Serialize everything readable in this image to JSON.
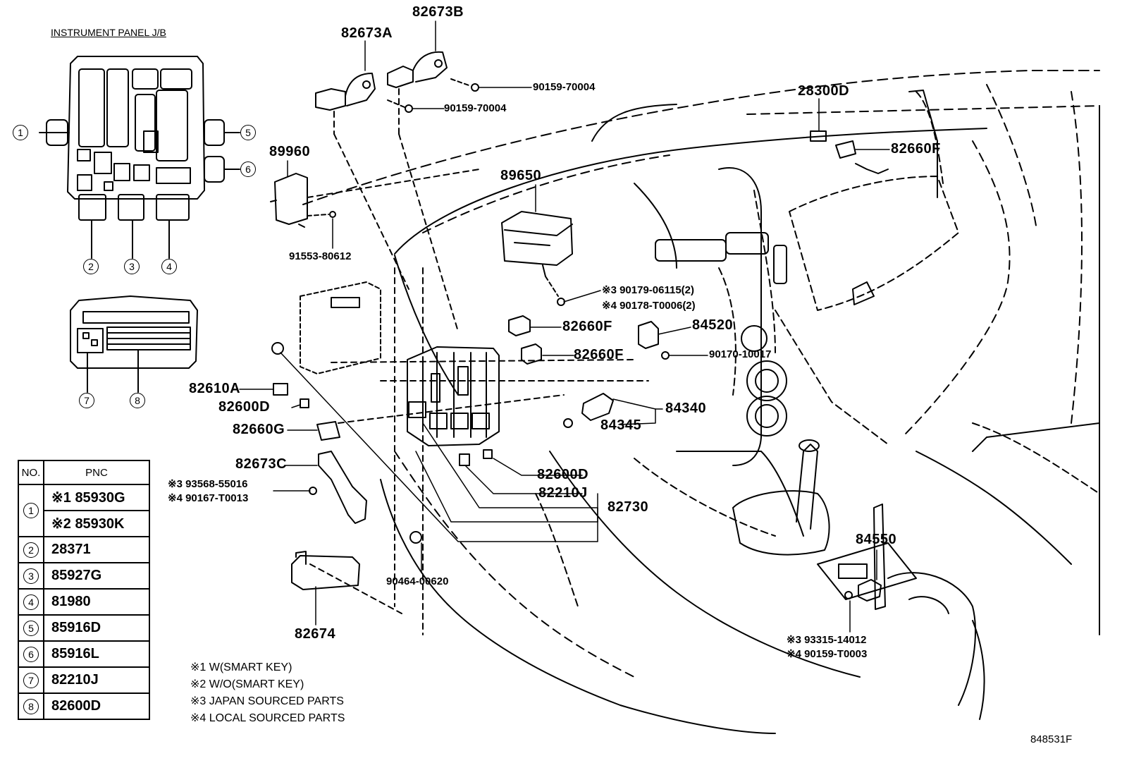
{
  "title": "INSTRUMENT PANEL J/B",
  "jb_callouts": [
    "1",
    "2",
    "3",
    "4",
    "5",
    "6",
    "7",
    "8"
  ],
  "labels": {
    "p82673A": "82673A",
    "p82673B": "82673B",
    "p90159a": "90159-70004",
    "p90159b": "90159-70004",
    "p28300D": "28300D",
    "p82660F_top": "82660F",
    "p89960": "89960",
    "p89650": "89650",
    "p91553": "91553-80612",
    "p90179": "※3 90179-06115(2)",
    "p90178": "※4 90178-T0006(2)",
    "p82660F_a": "82660F",
    "p82660F_b": "82660F",
    "p84520": "84520",
    "p90170": "90170-10017",
    "p82610A": "82610A",
    "p82600D_a": "82600D",
    "p82660G": "82660G",
    "p84340": "84340",
    "p84345": "84345",
    "p82673C": "82673C",
    "p93568": "※3 93568-55016",
    "p90167": "※4 90167-T0013",
    "p82600D_b": "82600D",
    "p82210J": "82210J",
    "p82730": "82730",
    "p90464": "90464-00620",
    "p82674": "82674",
    "p84550": "84550",
    "p93315": "※3 93315-14012",
    "p90159T": "※4 90159-T0003",
    "drawing_no": "848531F"
  },
  "notes": [
    "※1 W(SMART KEY)",
    "※2 W/O(SMART KEY)",
    "※3 JAPAN SOURCED PARTS",
    "※4 LOCAL SOURCED PARTS"
  ],
  "table": {
    "header_no": "NO.",
    "header_pnc": "PNC",
    "rows": [
      {
        "no": "1",
        "pnc": "※1 85930G"
      },
      {
        "no": "",
        "pnc": "※2 85930K"
      },
      {
        "no": "2",
        "pnc": "28371"
      },
      {
        "no": "3",
        "pnc": "85927G"
      },
      {
        "no": "4",
        "pnc": "81980"
      },
      {
        "no": "5",
        "pnc": "85916D"
      },
      {
        "no": "6",
        "pnc": "85916L"
      },
      {
        "no": "7",
        "pnc": "82210J"
      },
      {
        "no": "8",
        "pnc": "82600D"
      }
    ]
  }
}
